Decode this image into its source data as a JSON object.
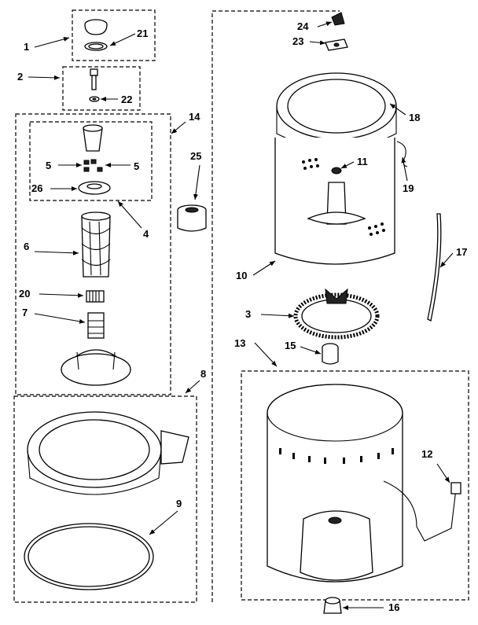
{
  "diagram": {
    "callouts": [
      "1",
      "2",
      "3",
      "4",
      "5",
      "5",
      "6",
      "7",
      "8",
      "9",
      "10",
      "11",
      "12",
      "13",
      "14",
      "15",
      "16",
      "17",
      "18",
      "19",
      "20",
      "21",
      "22",
      "23",
      "24",
      "25",
      "26"
    ]
  }
}
